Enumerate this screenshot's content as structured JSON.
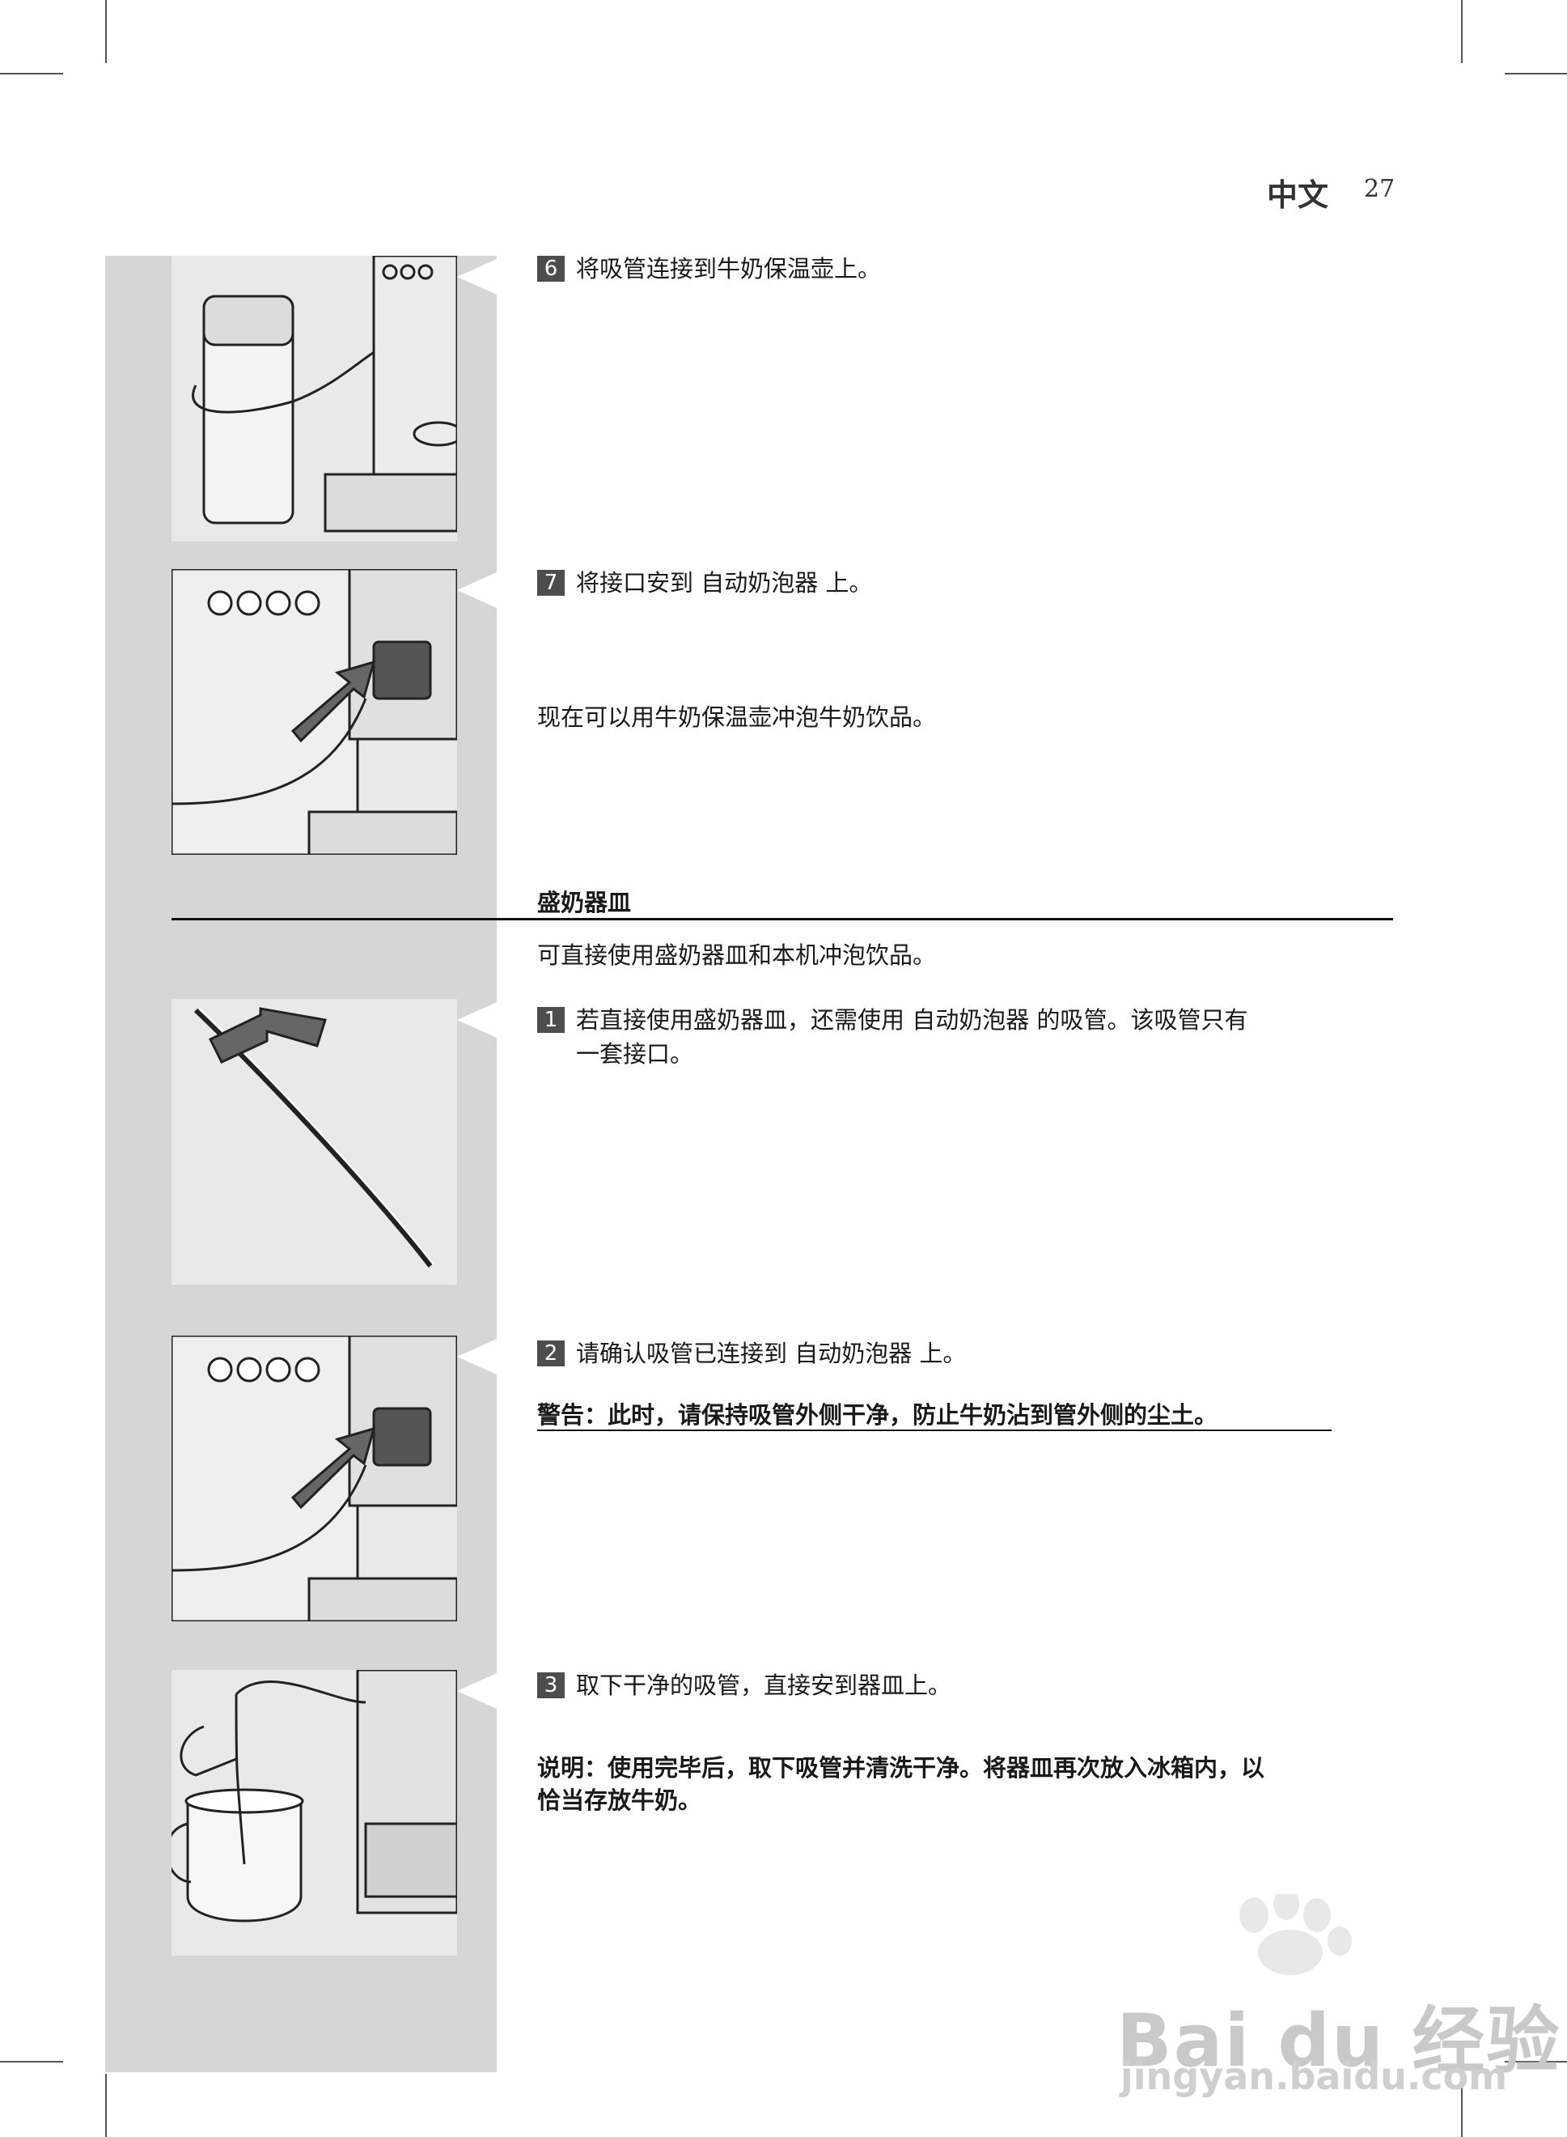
{
  "header": {
    "language": "中文",
    "page_number": "27"
  },
  "steps_a": [
    {
      "num": "6",
      "text": "将吸管连接到牛奶保温壶上。"
    },
    {
      "num": "7",
      "text": "将接口安到 自动奶泡器 上。"
    }
  ],
  "note_a": "现在可以用牛奶保温壶冲泡牛奶饮品。",
  "section": {
    "title": "盛奶器皿",
    "intro": "可直接使用盛奶器皿和本机冲泡饮品。"
  },
  "steps_b": [
    {
      "num": "1",
      "line1": "若直接使用盛奶器皿，还需使用 自动奶泡器 的吸管。该吸管只有",
      "line2": "一套接口。"
    },
    {
      "num": "2",
      "text": "请确认吸管已连接到 自动奶泡器 上。"
    },
    {
      "num": "3",
      "text": "取下干净的吸管，直接安到器皿上。"
    }
  ],
  "warning": "警告：此时，请保持吸管外侧干净，防止牛奶沾到管外侧的尘土。",
  "note_b": {
    "line1": "说明：使用完毕后，取下吸管并清洗干净。将器皿再次放入冰箱内，以",
    "line2": "恰当存放牛奶。"
  },
  "watermark": {
    "brand": "Bai du 经验",
    "url": "jingyan.baidu.com"
  },
  "icons": [
    "thermos-tube-illustration",
    "frother-connector-illustration",
    "milk-tube-illustration",
    "frother-connector-illustration",
    "jug-tube-illustration",
    "baidu-paw-logo"
  ]
}
